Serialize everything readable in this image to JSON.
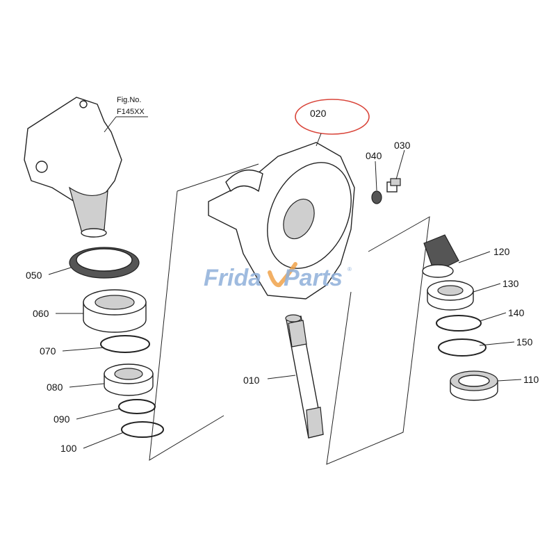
{
  "figure": {
    "fig_label": "Fig.No.",
    "fig_number": "F145XX"
  },
  "highlight": {
    "part": "020",
    "color": "#d9453a"
  },
  "watermark": {
    "text_left": "Frida",
    "text_right": "Parts",
    "registered": "®",
    "color": "#8fb0da",
    "accent": "#f0a24a"
  },
  "callouts": {
    "p010": "010",
    "p020": "020",
    "p030": "030",
    "p040": "040",
    "p050": "050",
    "p060": "060",
    "p070": "070",
    "p080": "080",
    "p090": "090",
    "p100": "100",
    "p110": "110",
    "p120": "120",
    "p130": "130",
    "p140": "140",
    "p150": "150"
  }
}
